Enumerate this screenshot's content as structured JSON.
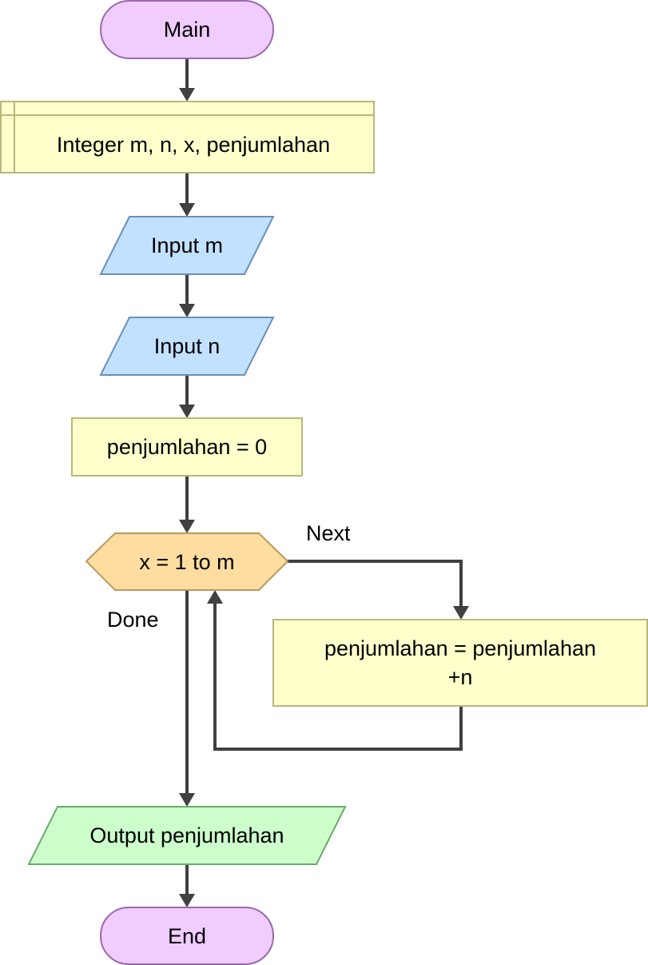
{
  "flowchart": {
    "start": "Main",
    "declare": "Integer m, n, x, penjumlahan",
    "input_m": "Input m",
    "input_n": "Input n",
    "assign": "penjumlahan = 0",
    "loop": "x = 1 to m",
    "loop_next": "Next",
    "loop_done": "Done",
    "body_line1": "penjumlahan = penjumlahan",
    "body_line2": "+n",
    "output": "Output penjumlahan",
    "end": "End"
  },
  "colors": {
    "terminal": "#f0ccff",
    "declare": "#ffffcc",
    "io_input": "#c2e0ff",
    "process": "#ffffcc",
    "loop": "#ffdca0",
    "io_output": "#ccffcc",
    "edge": "#404040"
  }
}
